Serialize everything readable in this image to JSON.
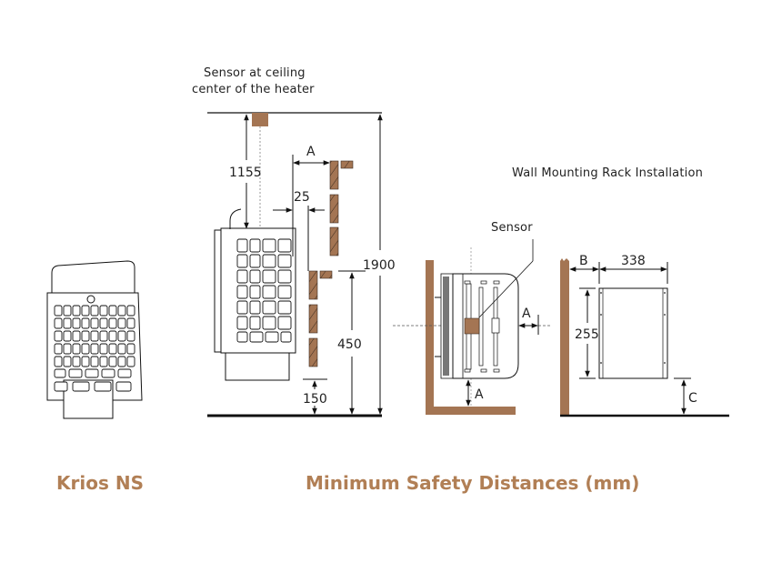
{
  "colors": {
    "wood": "#a47553",
    "title": "#b17f55",
    "line": "#111111"
  },
  "labels": {
    "sensor_ceiling_line1": "Sensor at ceiling",
    "sensor_ceiling_line2": "center of the heater",
    "wall_mounting": "Wall Mounting Rack Installation",
    "sensor": "Sensor"
  },
  "dimensions": {
    "ceiling_to_heater": "1155",
    "side_clearance": "A",
    "heater_to_wall": "25",
    "room_height": "1900",
    "wall_guard_height": "450",
    "floor_clearance": "150",
    "top_view_front": "A",
    "top_view_bottom": "A",
    "rack_wall_offset": "B",
    "rack_width": "338",
    "rack_height": "255",
    "rack_floor_clearance": "C"
  },
  "titles": {
    "product": "Krios NS",
    "section": "Minimum Safety Distances (mm)"
  }
}
